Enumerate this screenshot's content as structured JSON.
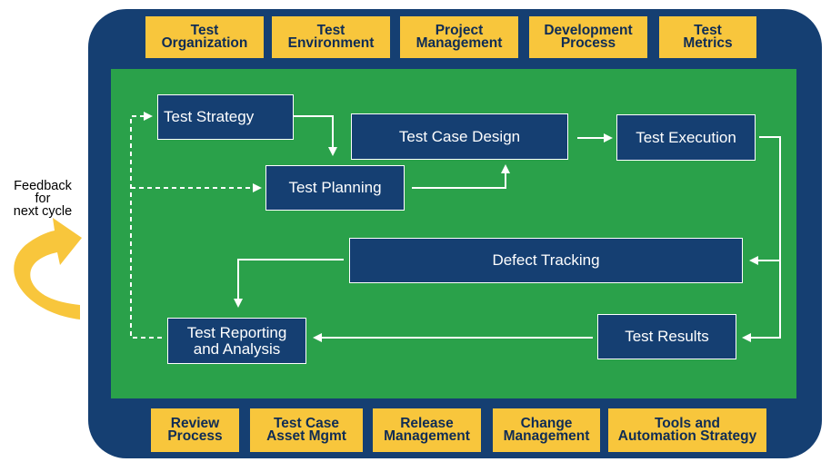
{
  "top_boxes": [
    {
      "label": "Test\nOrganization"
    },
    {
      "label": "Test\nEnvironment"
    },
    {
      "label": "Project\nManagement"
    },
    {
      "label": "Development\nProcess"
    },
    {
      "label": "Test\nMetrics"
    }
  ],
  "bottom_boxes": [
    {
      "label": "Review\nProcess"
    },
    {
      "label": "Test Case\nAsset Mgmt"
    },
    {
      "label": "Release\nManagement"
    },
    {
      "label": "Change\nManagement"
    },
    {
      "label": "Tools and\nAutomation Strategy"
    }
  ],
  "process": {
    "test_strategy": "Test Strategy",
    "test_planning": "Test Planning",
    "test_case_design": "Test Case Design",
    "test_execution": "Test Execution",
    "defect_tracking": "Defect Tracking",
    "test_results": "Test Results",
    "test_reporting": "Test Reporting\nand Analysis"
  },
  "feedback": {
    "label": "Feedback\nfor\nnext cycle"
  },
  "colors": {
    "frame": "#153f72",
    "panel": "#2aa14a",
    "box_yellow": "#f8c63c",
    "box_blue": "#153f72",
    "arrow_feedback": "#f8c63c"
  }
}
